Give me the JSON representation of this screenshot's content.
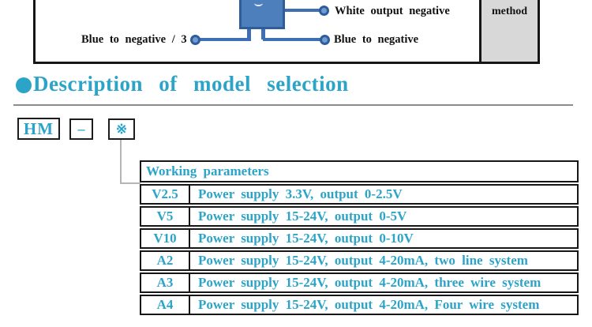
{
  "colors": {
    "accent_teal": "#2ba4c8",
    "diagram_blue": "#4d7fbc",
    "diagram_blue_dark": "#2f5c9b",
    "wire_blue": "#3e6fb4",
    "method_box_bg": "#d8d8d8",
    "table_border": "#161616",
    "rule_gray": "#8c8c8c"
  },
  "wiring_diagram": {
    "label_left": "Blue to negative / 3",
    "label_right_top": "White output negative",
    "label_right_bottom": "Blue to negative",
    "method_label": "method"
  },
  "heading": {
    "title": "Description of model selection"
  },
  "model_code": {
    "prefix": "HM",
    "separator": "–",
    "wildcard": "※"
  },
  "table": {
    "header": "Working parameters",
    "rows": [
      {
        "code": "V2.5",
        "desc": "Power supply 3.3V, output 0-2.5V"
      },
      {
        "code": "V5",
        "desc": "Power supply 15-24V, output 0-5V"
      },
      {
        "code": "V10",
        "desc": "Power supply 15-24V, output 0-10V"
      },
      {
        "code": "A2",
        "desc": "Power supply 15-24V, output 4-20mA, two line system"
      },
      {
        "code": "A3",
        "desc": "Power supply 15-24V, output 4-20mA, three wire system"
      },
      {
        "code": "A4",
        "desc": "Power supply 15-24V, output 4-20mA, Four wire system"
      }
    ]
  }
}
